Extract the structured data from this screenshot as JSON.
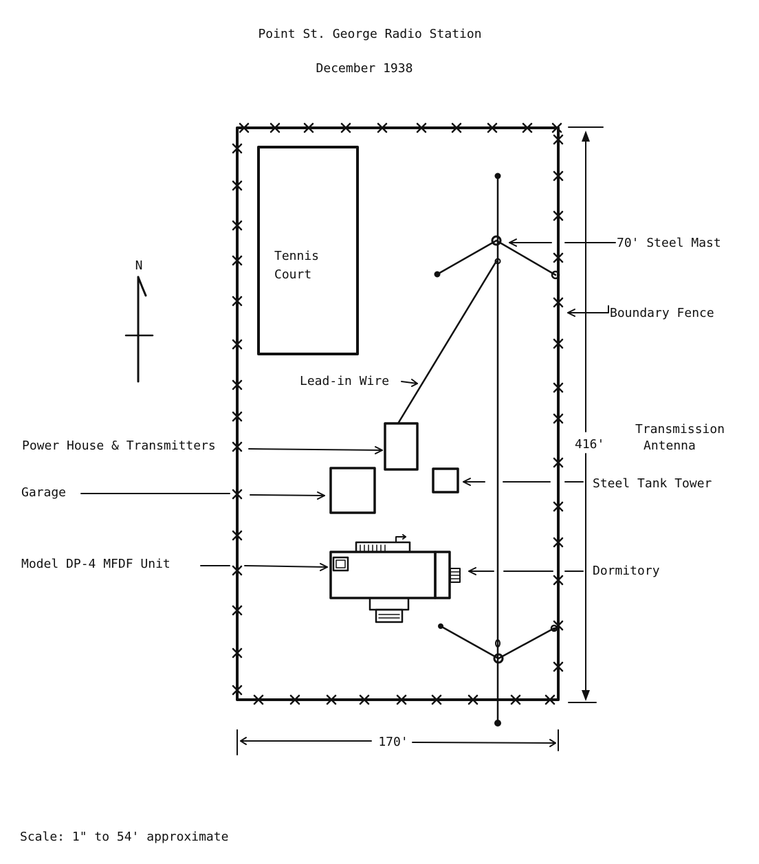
{
  "title": "Point St. George Radio Station",
  "date": "December 1938",
  "north_label": "N",
  "labels": {
    "tennis_line1": "Tennis",
    "tennis_line2": "Court",
    "steel_mast": "70' Steel Mast",
    "boundary_fence": "Boundary Fence",
    "lead_in_wire": "Lead-in Wire",
    "power_house": "Power House & Transmitters",
    "dimension_height": "416'",
    "transmission_line1": "Transmission",
    "transmission_line2": "Antenna",
    "garage": "Garage",
    "steel_tank_tower": "Steel Tank Tower",
    "mfdf_unit": "Model DP-4 MFDF Unit",
    "dormitory": "Dormitory",
    "dimension_width": "170'"
  },
  "scale": "Scale: 1\" to 54' approximate",
  "colors": {
    "ink": "#111111",
    "paper": "#ffffff"
  }
}
